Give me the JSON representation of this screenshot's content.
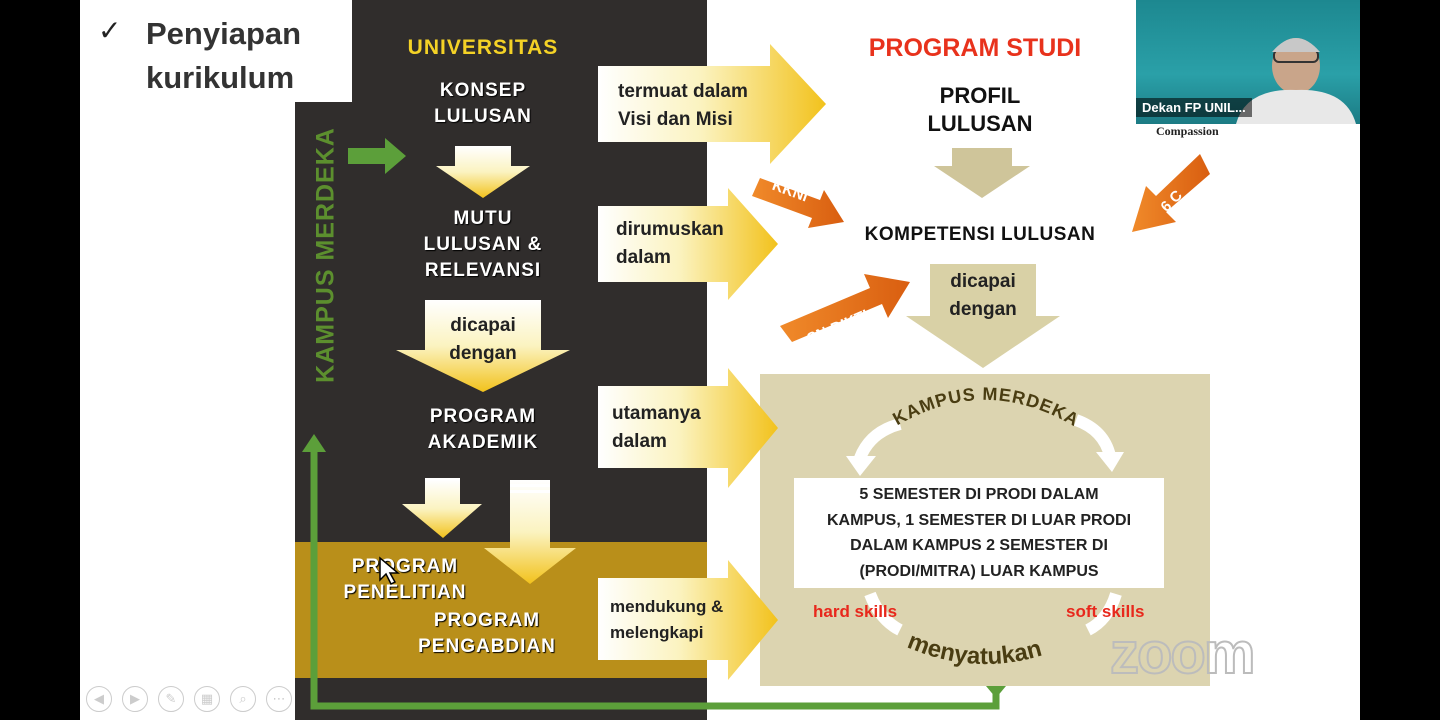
{
  "slide": {
    "title_line1": "Penyiapan",
    "title_line2": "kurikulum",
    "kampus_merdeka_vertical": "KAMPUS MERDEKA",
    "universitas": {
      "heading": "UNIVERSITAS",
      "konsep": "KONSEP\nLULUSAN",
      "mutu": "MUTU\nLULUSAN &\nRELEVANSI",
      "dicapai": "dicapai\ndengan",
      "program_akademik": "PROGRAM\nAKADEMIK",
      "program_penelitian": "PROGRAM\nPENELITIAN",
      "program_pengabdian": "PROGRAM\nPENGABDIAN"
    },
    "connectors": {
      "termuat": "termuat dalam\nVisi dan Misi",
      "dirumuskan": "dirumuskan\ndalam",
      "utamanya": "utamanya\ndalam",
      "mendukung": "mendukung &\nmelengkapi"
    },
    "prodi": {
      "heading": "PROGRAM STUDI",
      "profil": "PROFIL\nLULUSAN",
      "kompetensi": "KOMPETENSI LULUSAN",
      "dicapai": "dicapai\ndengan",
      "kkni": "KKNI",
      "sn_dikti": "SN-DIKTI",
      "six_c": "6 C"
    },
    "kampus_merdeka_box": {
      "arc_top": "KAMPUS MERDEKA",
      "semester_text": "5 SEMESTER DI PRODI DALAM\nKAMPUS,  1 SEMESTER DI LUAR PRODI\nDALAM KAMPUS  2 SEMESTER DI\n(PRODI/MITRA) LUAR KAMPUS",
      "hard_skills": "hard skills",
      "soft_skills": "soft skills",
      "arc_bottom": "menyatukan"
    }
  },
  "video": {
    "participant_name": "Dekan FP UNIL...",
    "caption": "Compassion"
  },
  "zoom_watermark": "zoom",
  "colors": {
    "dark_panel": "#302d2c",
    "gold_band": "#b98f1a",
    "green": "#5c8f2e",
    "orange": "#e0701a",
    "red_heading": "#e8321c",
    "yellow": "#f4d226"
  }
}
